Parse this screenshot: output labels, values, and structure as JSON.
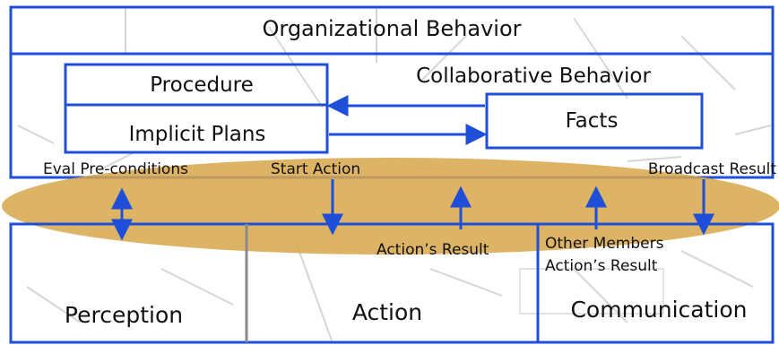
{
  "diagram": {
    "org_behavior": "Organizational Behavior",
    "collab_behavior": "Collaborative Behavior",
    "procedure": "Procedure",
    "implicit_plans": "Implicit Plans",
    "facts": "Facts",
    "eval_preconditions": "Eval Pre-conditions",
    "start_action": "Start Action",
    "broadcast_result": "Broadcast Result",
    "actions_result": "Action’s Result",
    "other_members_1": "Other Members",
    "other_members_2": "Action’s Result",
    "perception": "Perception",
    "action": "Action",
    "communication": "Communication"
  },
  "colors": {
    "box_border": "#1f4fd8",
    "arrow": "#1f4fd8",
    "ellipse_fill": "#d7a64a",
    "divider": "#8a8a8a",
    "background_sketch": "#cfcfcf"
  }
}
